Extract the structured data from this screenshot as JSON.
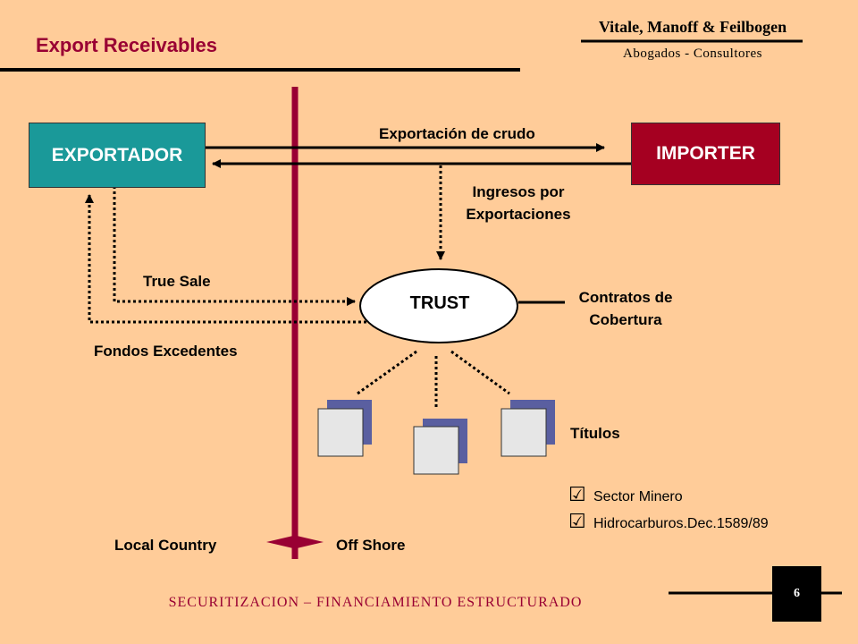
{
  "header": {
    "title": "Export Receivables",
    "firm_name": "Vitale, Manoff & Feilbogen",
    "firm_subtitle": "Abogados - Consultores"
  },
  "nodes": {
    "exportador": "EXPORTADOR",
    "importer": "IMPORTER",
    "trust": "TRUST"
  },
  "labels": {
    "export_flow": "Exportación de crudo",
    "ingresos_line1": "Ingresos por",
    "ingresos_line2": "Exportaciones",
    "true_sale": "True Sale",
    "fondos": "Fondos Excedentes",
    "contratos_line1": "Contratos de",
    "contratos_line2": "Cobertura",
    "titulos": "Títulos",
    "local_country": "Local Country",
    "off_shore": "Off Shore"
  },
  "checklist": [
    {
      "mark": "☑",
      "text": "Sector Minero"
    },
    {
      "mark": "☑",
      "text": "Hidrocarburos.Dec.1589/89"
    }
  ],
  "footer": {
    "text": "SECURITIZACION – FINANCIAMIENTO ESTRUCTURADO",
    "page_number": "6"
  },
  "colors": {
    "background": "#FFCC99",
    "accent": "#990033",
    "exportador": "#1A9999",
    "importer": "#A50021",
    "divider": "#990033",
    "doc_back": "#5A5FA0",
    "doc_front": "#E6E6E6"
  }
}
